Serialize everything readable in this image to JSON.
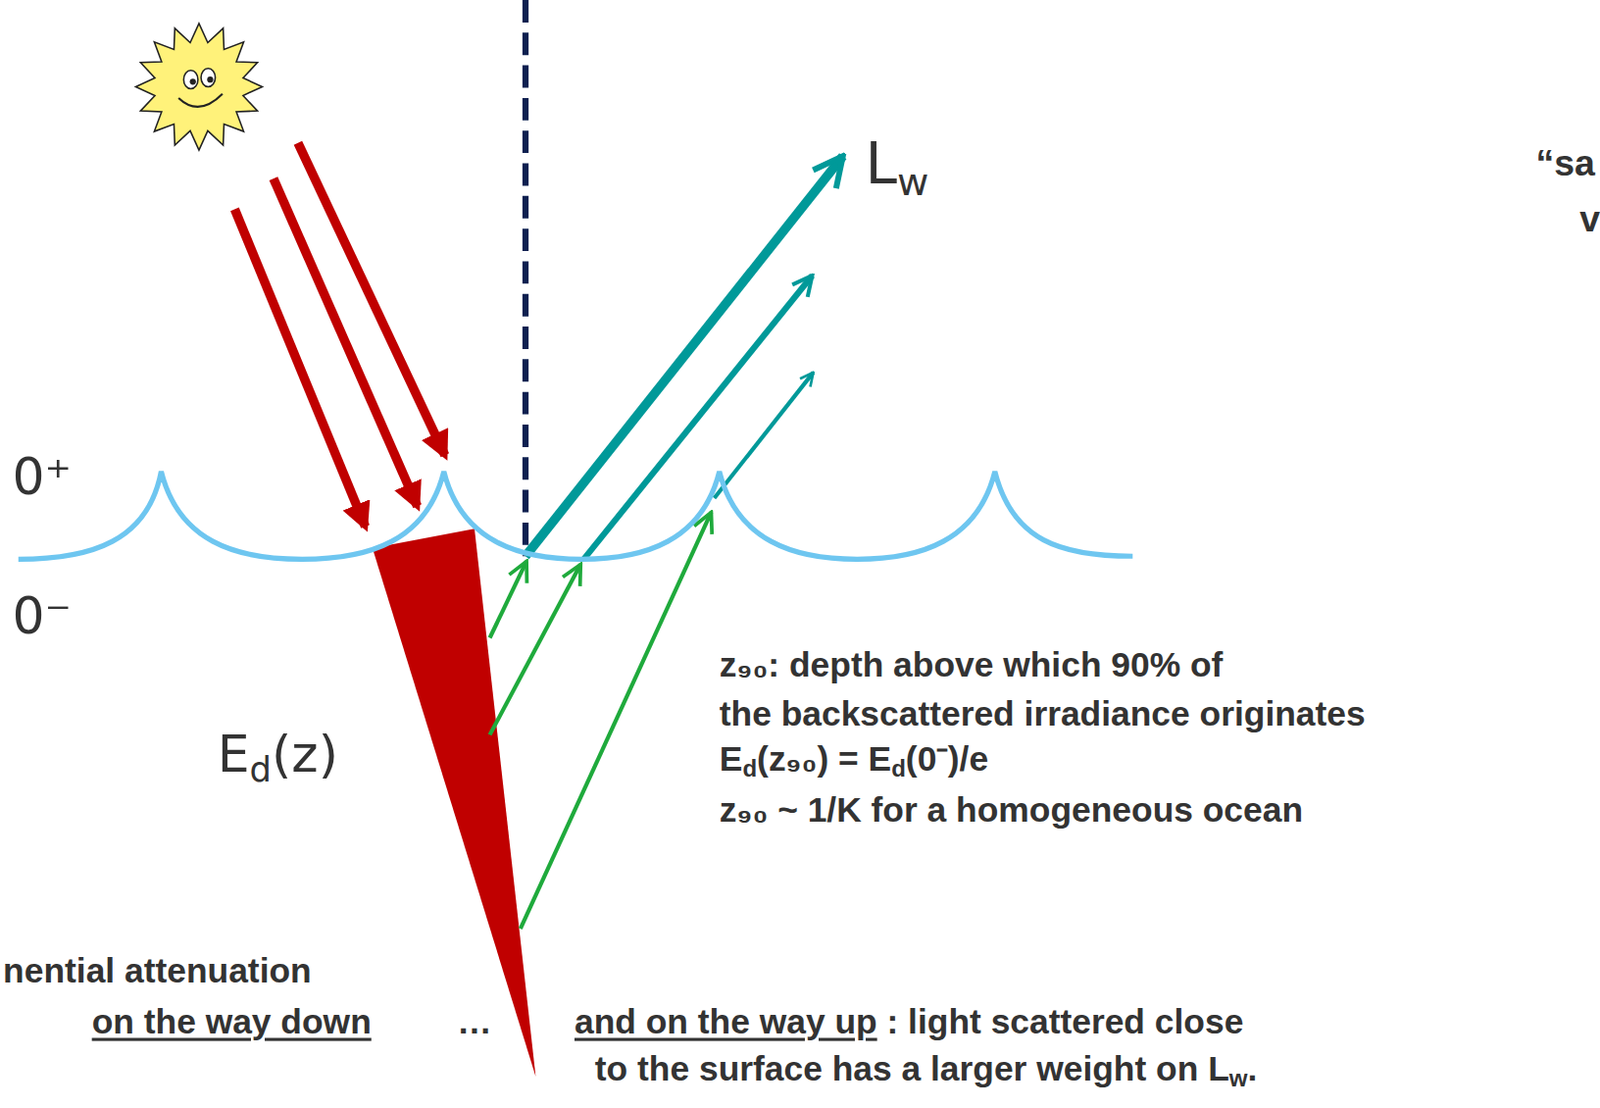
{
  "diagram": {
    "labels": [
      "“sa",
      "v",
      "L",
      "w",
      "0⁺",
      "0⁻",
      "E",
      "d",
      "(z)",
      "z₉₀: depth above which 90% of",
      "the backscattered irradiance originates",
      "E",
      "d",
      "(z₉₀) = E",
      "d",
      "(0⁻)/e",
      "z₉₀ ~ 1/K for a homogeneous ocean",
      "nential attenuation",
      "on the way down",
      "…",
      "and on the way up",
      " : light scattered close",
      "to the surface has a larger weight on L",
      "w",
      "."
    ]
  }
}
